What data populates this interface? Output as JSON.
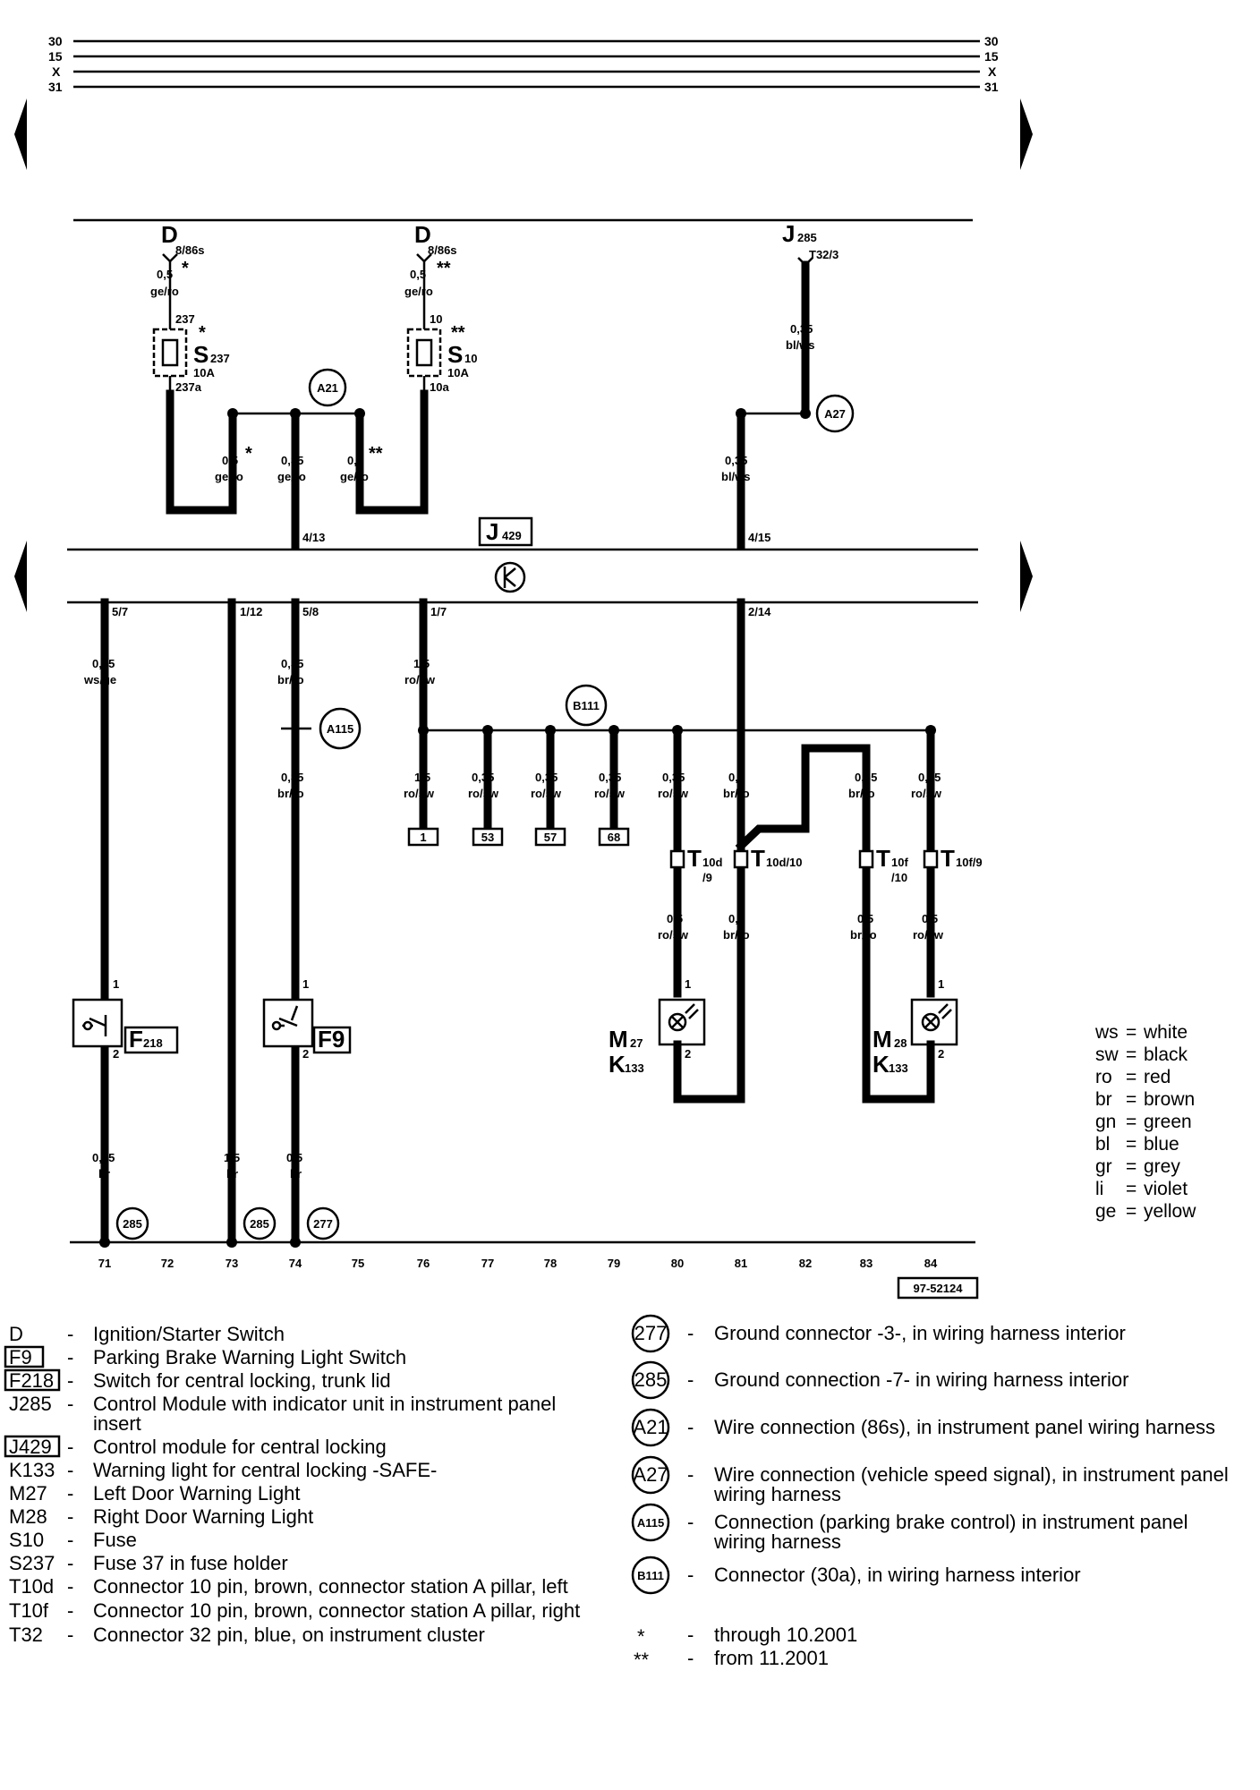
{
  "terminals": [
    "30",
    "15",
    "X",
    "31"
  ],
  "components": {
    "D_left": "D",
    "D_right": "D",
    "J285": "J",
    "J285_sub": "285",
    "J285_pin": "T32/3",
    "S237": "S",
    "S237_sub": "237",
    "S237_rating": "10A",
    "S10": "S",
    "S10_sub": "10",
    "S10_rating": "10A",
    "J429": "J",
    "J429_sub": "429",
    "F218": "F",
    "F218_sub": "218",
    "F9": "F9",
    "M27": "M",
    "M27_sub": "27",
    "K133a": "K",
    "K133a_sub": "133",
    "M28": "M",
    "M28_sub": "28",
    "K133b": "K",
    "K133b_sub": "133",
    "T10d9": "T",
    "T10d9_sub": "10d",
    "T10d9_pin": "/9",
    "T10d10": "T",
    "T10d10_sub": "10d/10",
    "T10f10": "T",
    "T10f10_sub": "10f",
    "T10f10_pin": "/10",
    "T10f9": "T",
    "T10f9_sub": "10f/9"
  },
  "pins": {
    "d_left_pin": "8/86s",
    "d_right_pin": "8/86s",
    "s237_in": "237",
    "s237_out": "237a",
    "s10_in": "10",
    "s10_out": "10a",
    "j429_4_13": "4/13",
    "j429_4_15": "4/15",
    "j429_5_7": "5/7",
    "j429_1_12": "1/12",
    "j429_5_8": "5/8",
    "j429_1_7": "1/7",
    "j429_2_14": "2/14",
    "f218_1": "1",
    "f218_2": "2",
    "f9_1": "1",
    "f9_2": "2",
    "m27_1": "1",
    "m27_2": "2",
    "m28_1": "1",
    "m28_2": "2"
  },
  "wires": {
    "w_dl_size": "0,5",
    "w_dl_color": "ge/ro",
    "w_dl_mark": "*",
    "w_dr_size": "0,5",
    "w_dr_color": "ge/ro",
    "w_dr_mark": "**",
    "w_j285_size": "0,35",
    "w_j285_color": "bl/ws",
    "w_a21a_size": "0,5",
    "w_a21a_color": "ge/ro",
    "w_a21a_mark": "*",
    "w_a21b_size": "0,35",
    "w_a21b_color": "ge/ro",
    "w_a21c_size": "0,5",
    "w_a21c_color": "ge/ro",
    "w_a21c_mark": "**",
    "w_a27_size": "0,35",
    "w_a27_color": "bl/ws",
    "w71_size": "0,35",
    "w71_color": "ws/ge",
    "w74a_size": "0,35",
    "w74a_color": "br/ro",
    "w74b_size": "0,35",
    "w74b_color": "br/ro",
    "w76_size": "1,5",
    "w76_color": "ro/sw",
    "b1_size": "1,5",
    "b1_color": "ro/sw",
    "b53_size": "0,35",
    "b53_color": "ro/sw",
    "b57_size": "0,35",
    "b57_color": "ro/sw",
    "b68_size": "0,35",
    "b68_color": "ro/sw",
    "b80_size": "0,35",
    "b80_color": "ro/sw",
    "w81_size": "0,5",
    "w81_color": "br/ro",
    "w83_size": "0,35",
    "w83_color": "br/ro",
    "w84_size": "0,35",
    "w84_color": "ro/sw",
    "w80c_size": "0,5",
    "w80c_color": "ro/sw",
    "w81c_size": "0,5",
    "w81c_color": "br/ro",
    "w83c_size": "0,5",
    "w83c_color": "br/ro",
    "w84c_size": "0,5",
    "w84c_color": "ro/sw",
    "g71_size": "0,35",
    "g71_color": "br",
    "g73_size": "1,5",
    "g73_color": "br",
    "g74_size": "0,5",
    "g74_color": "br"
  },
  "circled": {
    "A21": "A21",
    "A27": "A27",
    "A115": "A115",
    "B111": "B111",
    "g71": "285",
    "g73": "285",
    "g74": "277"
  },
  "boxed_refs": [
    "1",
    "53",
    "57",
    "68"
  ],
  "track_numbers": [
    "71",
    "72",
    "73",
    "74",
    "75",
    "76",
    "77",
    "78",
    "79",
    "80",
    "81",
    "82",
    "83",
    "84"
  ],
  "diagram_id": "97-52124",
  "color_key": [
    {
      "code": "ws",
      "name": "white"
    },
    {
      "code": "sw",
      "name": "black"
    },
    {
      "code": "ro",
      "name": "red"
    },
    {
      "code": "br",
      "name": "brown"
    },
    {
      "code": "gn",
      "name": "green"
    },
    {
      "code": "bl",
      "name": "blue"
    },
    {
      "code": "gr",
      "name": "grey"
    },
    {
      "code": "li",
      "name": "violet"
    },
    {
      "code": "ge",
      "name": "yellow"
    }
  ],
  "legend_left": [
    {
      "code": "D",
      "boxed": false,
      "desc": "Ignition/Starter Switch"
    },
    {
      "code": "F9",
      "boxed": true,
      "desc": "Parking Brake Warning Light Switch"
    },
    {
      "code": "F218",
      "boxed": true,
      "desc": "Switch for central locking, trunk lid"
    },
    {
      "code": "J285",
      "boxed": false,
      "desc": "Control Module with indicator unit in instrument panel",
      "desc2": "insert"
    },
    {
      "code": "J429",
      "boxed": true,
      "desc": "Control module for central locking"
    },
    {
      "code": "K133",
      "boxed": false,
      "desc": "Warning light for central locking -SAFE-"
    },
    {
      "code": "M27",
      "boxed": false,
      "desc": "Left Door Warning Light"
    },
    {
      "code": "M28",
      "boxed": false,
      "desc": "Right Door Warning Light"
    },
    {
      "code": "S10",
      "boxed": false,
      "desc": "Fuse"
    },
    {
      "code": "S237",
      "boxed": false,
      "desc": "Fuse 37 in fuse holder"
    },
    {
      "code": "T10d",
      "boxed": false,
      "desc": "Connector 10 pin, brown, connector station A pillar, left"
    },
    {
      "code": "T10f",
      "boxed": false,
      "desc": "Connector 10 pin, brown, connector station A pillar, right"
    },
    {
      "code": "T32",
      "boxed": false,
      "desc": "Connector 32 pin, blue, on instrument cluster"
    }
  ],
  "legend_right": [
    {
      "symbol": "277",
      "desc": "Ground connector -3-, in wiring harness interior"
    },
    {
      "symbol": "285",
      "desc": "Ground connection -7- in wiring harness interior"
    },
    {
      "symbol": "A21",
      "desc": "Wire connection (86s), in instrument panel wiring harness"
    },
    {
      "symbol": "A27",
      "desc": "Wire connection (vehicle speed signal), in instrument panel",
      "desc2": "wiring harness"
    },
    {
      "symbol": "A115",
      "desc": "Connection (parking brake control) in instrument panel",
      "desc2": "wiring harness"
    },
    {
      "symbol": "B111",
      "desc": "Connector (30a), in wiring harness interior"
    }
  ],
  "footnotes": [
    {
      "mark": "*",
      "desc": "through 10.2001"
    },
    {
      "mark": "**",
      "desc": "from 11.2001"
    }
  ],
  "dash": "-",
  "eq": "="
}
